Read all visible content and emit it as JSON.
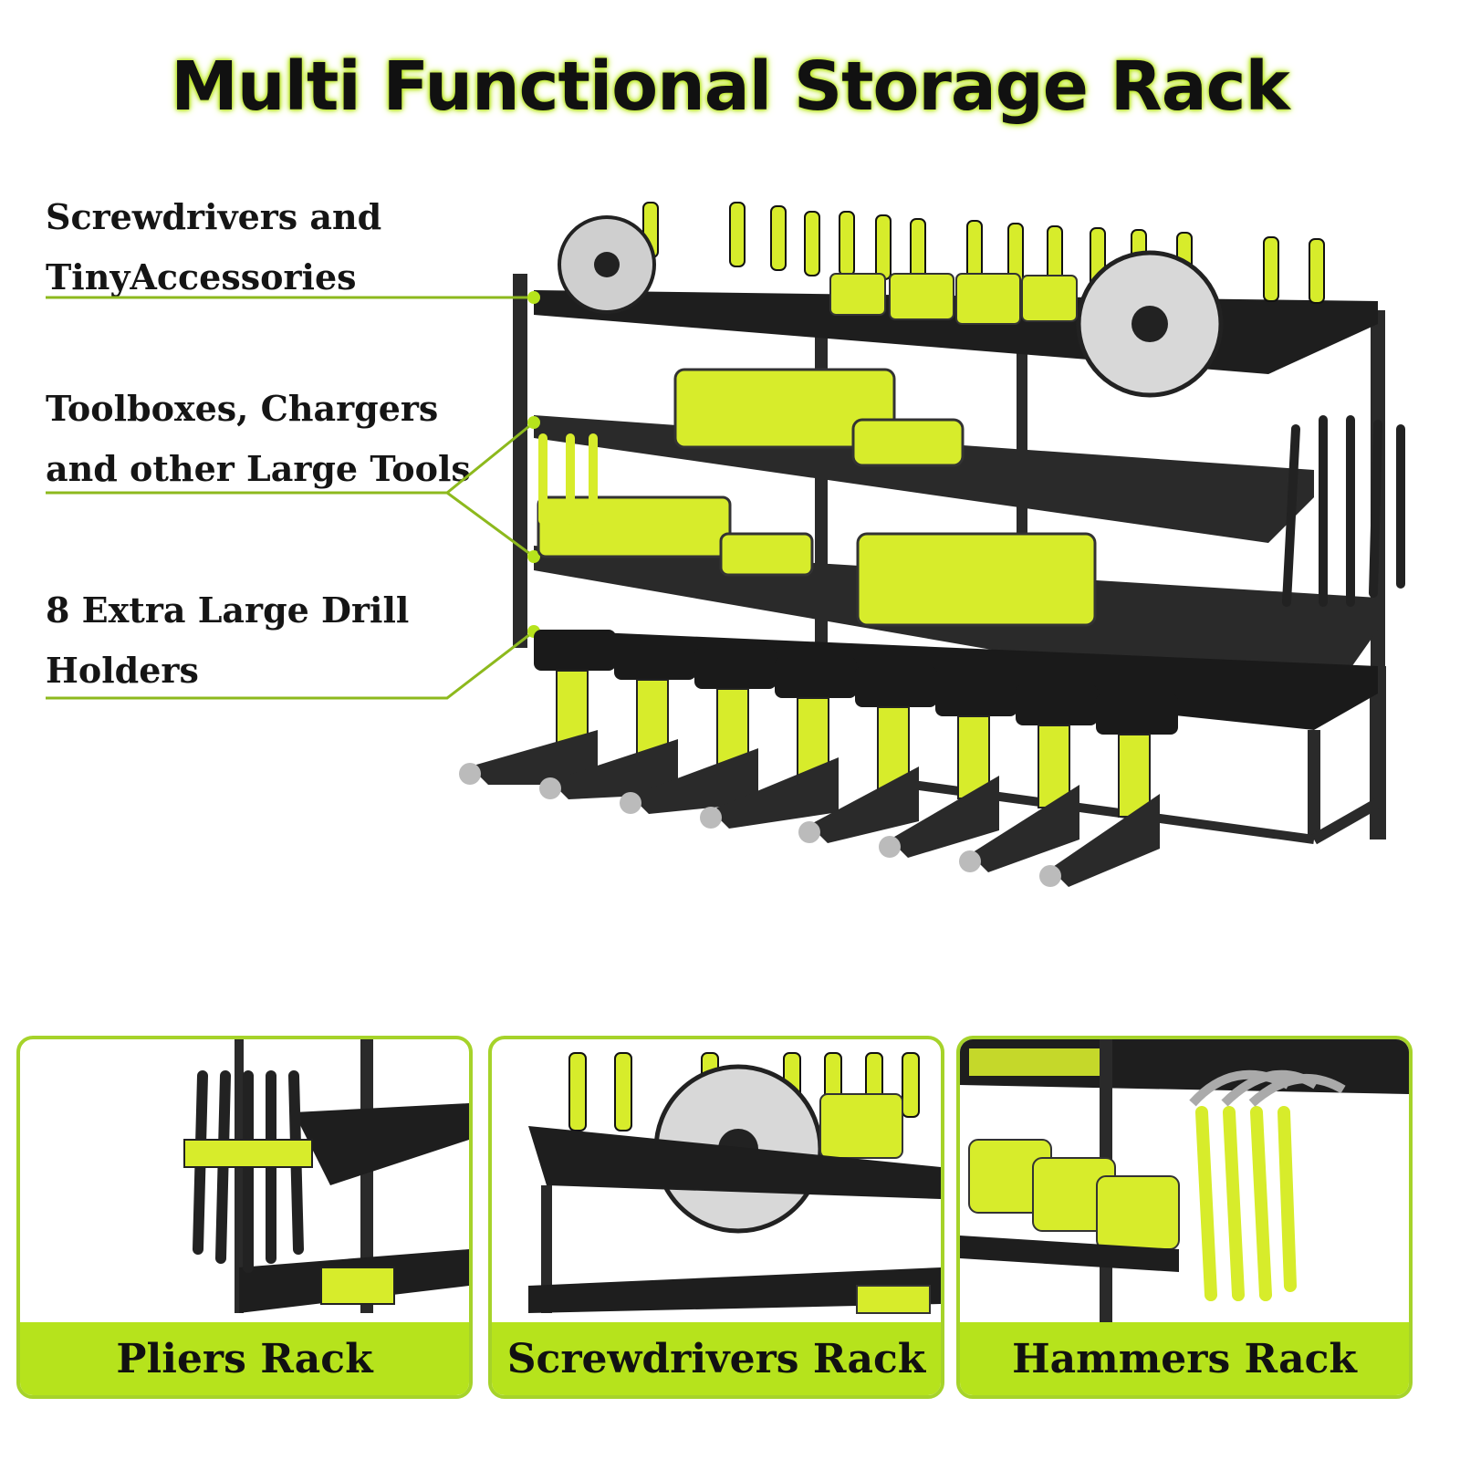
{
  "title": "Multi Functional Storage Rack",
  "colors": {
    "accent": "#b6e31c",
    "line": "#8db91d",
    "metal": "#2a2a2a",
    "tool": "#d7ec2b"
  },
  "callouts": [
    {
      "lines": [
        "Screwdrivers and",
        "TinyAccessories"
      ]
    },
    {
      "lines": [
        "Toolboxes, Chargers",
        "and other Large Tools"
      ]
    },
    {
      "lines": [
        "8 Extra Large Drill",
        "Holders"
      ]
    }
  ],
  "panels": [
    {
      "label": "Pliers Rack"
    },
    {
      "label": "Screwdrivers Rack"
    },
    {
      "label": "Hammers Rack"
    }
  ],
  "drill_count": 8
}
